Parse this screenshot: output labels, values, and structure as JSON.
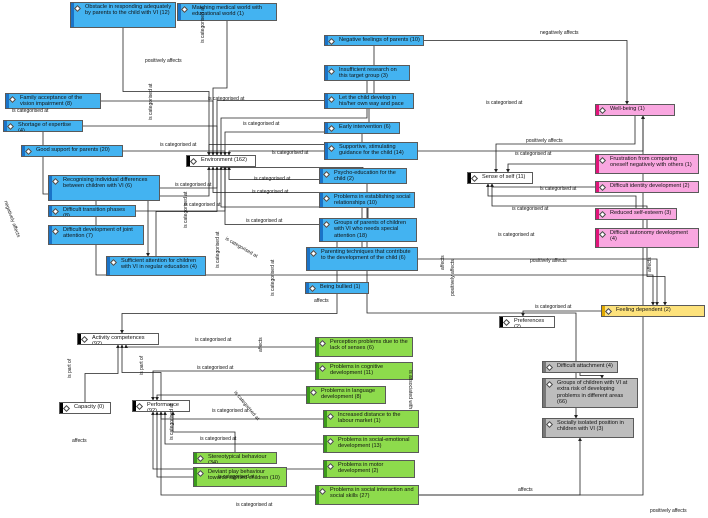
{
  "nodes": {
    "obstacle": "Obstacle in responding adequately by parents to the child with VI (12)",
    "matching": "Matching medical world with educational world (1)",
    "negative_feelings": "Negative feelings of parents (10)",
    "insufficient_research": "Insufficient research on this target group (3)",
    "let_child": "Let the child develop in his/her own way and pace (2)",
    "family_acceptance": "Family acceptance of the vision impairment (8)",
    "shortage": "Shortage of expertise (4)",
    "early_intervention": "Early intervention (6)",
    "wellbeing": "Well-being (1)",
    "good_support": "Good support for parents (20)",
    "environment": "Environment (162)",
    "supportive_guidance": "Supportive, stimulating guidance for the child (14)",
    "frustration": "Frustration from comparing oneself negatively with others (1)",
    "sense_of_self": "Sense of self (11)",
    "psycho_education": "Psycho-education for the child (2)",
    "difficult_identity": "Difficult identity development (2)",
    "recognising": "Recognising individual differences between children with VI (6)",
    "problems_relationships": "Problems in establishing social relationships (10)",
    "difficult_transition": "Difficult transition phases (8)",
    "reduced_self_esteem": "Reduced self-esteem (3)",
    "difficult_joint": "Difficult development of joint attention (7)",
    "groups_parents": "Groups of parents of children with VI who needs special attention (18)",
    "difficult_autonomy": "Difficult autonomy development (4)",
    "sufficient_attention": "Sufficient attention for children with VI in regular education (4)",
    "parenting_techniques": "Parenting techniques that contribute to the development of the child (6)",
    "being_bullied": "Being bullied (1)",
    "feeling_dependent": "Feeling dependent (2)",
    "preferences": "Preferences (2)",
    "activity_competences": "Activity competences (92)",
    "perception_problems": "Perception problems due to the lack of senses (6)",
    "cognitive": "Problems in cognitive development (11)",
    "difficult_attachment": "Difficult attachment (4)",
    "language": "Problems in language development (8)",
    "groups_extra_risk": "Groups of children with VI at extra risk of developing problems in different areas (66)",
    "capacity": "Capacity (0)",
    "performance": "Performance (92)",
    "labour_market": "Increased distance to the labour market (1)",
    "socially_isolated": "Socially isolated position in children with VI (3)",
    "social_emotional": "Problems in social-emotional development (13)",
    "stereotypical": "Stereotypical behaviour (34)",
    "motor": "Problems in motor development (2)",
    "deviant_play": "Deviant play behaviour towards sighted children (10)",
    "social_interaction": "Problems in social interaction and social skills (27)"
  },
  "edge_labels": {
    "categorised": "is categorised at",
    "positively": "positively affects",
    "negatively": "negatively affects",
    "affects": "affects",
    "part_of": "is part of",
    "associated": "is associated with"
  }
}
